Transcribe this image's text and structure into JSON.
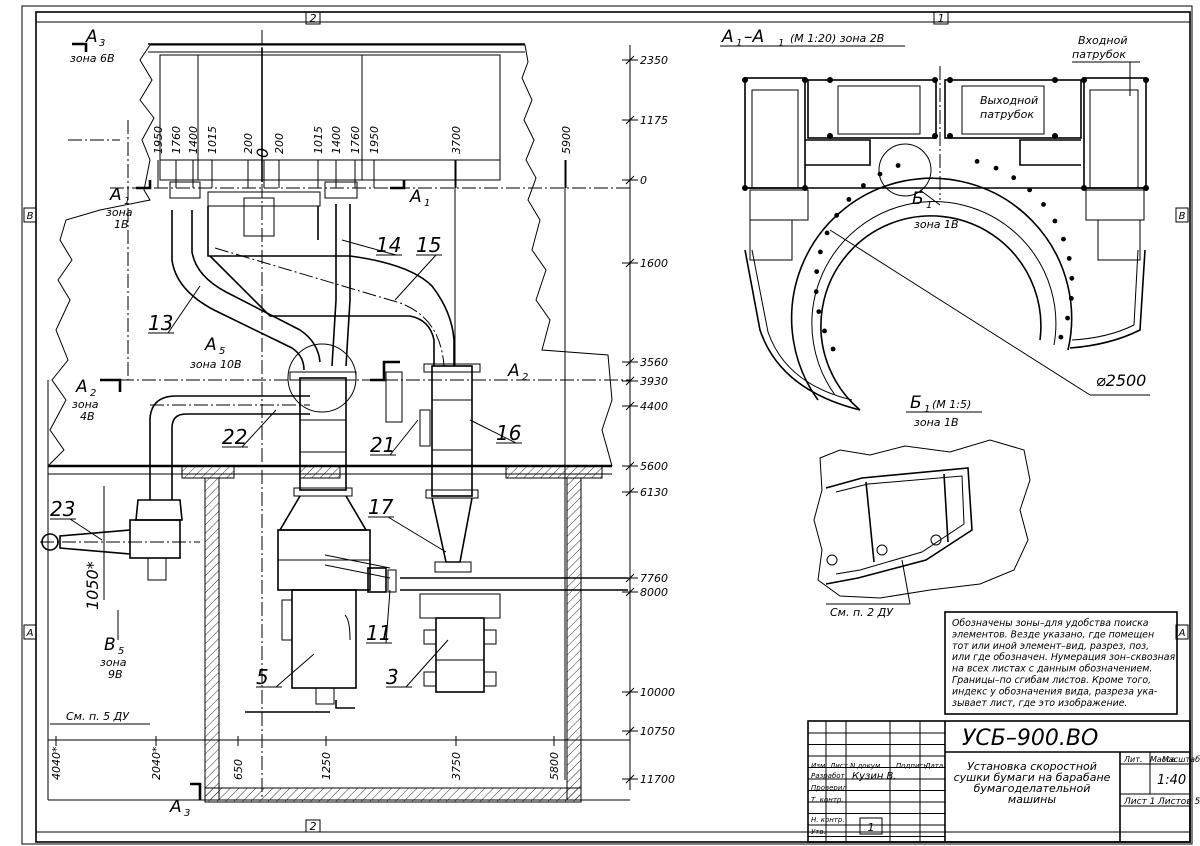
{
  "sheet": {
    "zone_top": "2",
    "zone_top_right": "1",
    "zone_bottom": "2",
    "zone_left_b": "В",
    "zone_left_a": "А",
    "zone_right_b": "В",
    "zone_right_a": "А"
  },
  "elevations": [
    "2350",
    "1175",
    "0",
    "1600",
    "3560",
    "3930",
    "4400",
    "5600",
    "6130",
    "7760",
    "8000",
    "10000",
    "10750",
    "11700"
  ],
  "top_dims": [
    "1950",
    "1760",
    "1400",
    "1015",
    "200",
    "0",
    "200",
    "1015",
    "1400",
    "1760",
    "1950",
    "3700",
    "5900"
  ],
  "bottom_dims": [
    "4040*",
    "2040*",
    "650",
    "1250",
    "3750",
    "5800"
  ],
  "left_view": {
    "a3_label": "А",
    "a3_sub": "3",
    "a3_zone": "зона 6В",
    "a1_label": "А",
    "a1_sub": "1",
    "a1_zone": "зона",
    "a1_zone2": "1В",
    "a1_right_label": "А",
    "a1_right_sub": "1",
    "a5_label": "А",
    "a5_sub": "5",
    "a5_zone": "зона 10В",
    "a2_label": "А",
    "a2_sub": "2",
    "a2_zone": "зона",
    "a2_zone2": "4В",
    "a2_right_label": "А",
    "a2_right_sub": "2",
    "b5_label": "В",
    "b5_sub": "5",
    "b5_zone": "зона",
    "b5_zone2": "9В",
    "a3_bottom_label": "А",
    "a3_bottom_sub": "3",
    "note_ref": "См. п. 5 ДУ",
    "dim_1050": "1050*",
    "callouts": [
      "13",
      "14",
      "15",
      "22",
      "21",
      "16",
      "17",
      "23",
      "11",
      "5",
      "3"
    ]
  },
  "section_view": {
    "title": "А",
    "title_sub": "1",
    "title_rest": "–А",
    "title_sub2": "1",
    "scale": "(М 1:20) зона 2В",
    "inlet": "Входной",
    "inlet2": "патрубок",
    "outlet": "Выходной",
    "outlet2": "патрубок",
    "b1_label": "Б",
    "b1_sub": "1",
    "b1_zone": "зона 1В",
    "diameter": "⌀2500"
  },
  "detail_view": {
    "title": "Б",
    "title_sub": "1",
    "scale": "(М 1:5)",
    "zone": "зона 1В",
    "note_ref": "См. п. 2 ДУ"
  },
  "note": {
    "lines": [
      "Обозначены зоны–для удобства поиска",
      "элементов. Везде указано, где помещен",
      "тот или иной элемент–вид, разрез, поз,",
      "или где обозначен. Нумерация зон–сквозная",
      "на всех листах с данным обозначением.",
      "Границы–по сгибам листов. Кроме того,",
      "индекс у обозначения вида, разреза ука-",
      "зывает лист, где это изображение."
    ]
  },
  "title_block": {
    "code": "УСБ–900.ВО",
    "title_lines": [
      "Установка скоростной",
      "сушки бумаги на барабане",
      "бумагоделательной",
      "машины"
    ],
    "col_izm": "Изм.",
    "col_list": "Лист",
    "col_docnum": "N докум.",
    "col_sign": "Подпись",
    "col_date": "Дата",
    "row_razrab": "Разработ",
    "row_prover": "Проверил",
    "row_tkontr": "Т. контр.",
    "row_nkontr": "Н. контр.",
    "row_utv": "Утв.",
    "author": "Кузин В.",
    "lit": "Лит.",
    "massa": "Масса",
    "masshtab": "Масштаб",
    "scale_value": "1:40",
    "sheet": "Лист 1",
    "sheets": "Листов 5",
    "copy_number": "1"
  }
}
